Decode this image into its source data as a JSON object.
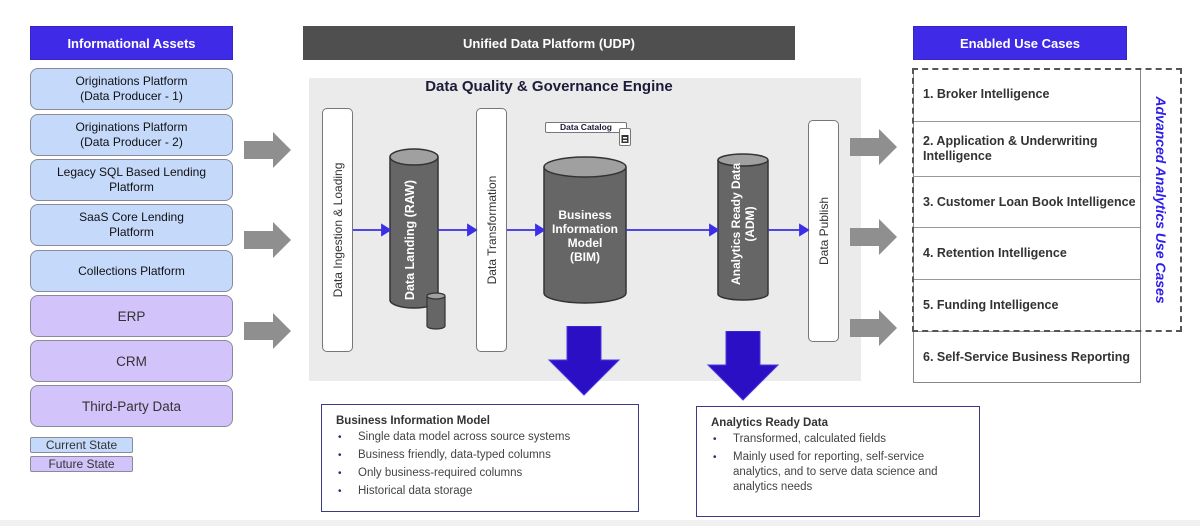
{
  "headers": {
    "assets": "Informational Assets",
    "platform": "Unified Data Platform (UDP)",
    "use_cases": "Enabled Use Cases"
  },
  "assets": [
    {
      "label": "Originations Platform\n(Data Producer - 1)",
      "line1": "Originations Platform",
      "line2": "(Data Producer - 1)",
      "state": "current"
    },
    {
      "label": "Originations Platform\n(Data Producer - 2)",
      "line1": "Originations Platform",
      "line2": "(Data Producer - 2)",
      "state": "current"
    },
    {
      "label": "Legacy SQL Based Lending Platform",
      "line1": "Legacy SQL Based Lending",
      "line2": "Platform",
      "state": "current"
    },
    {
      "label": "SaaS Core Lending Platform",
      "line1": "SaaS Core Lending",
      "line2": "Platform",
      "state": "current"
    },
    {
      "label": "Collections Platform",
      "line1": "Collections Platform",
      "line2": "",
      "state": "current"
    },
    {
      "label": "ERP",
      "line1": "ERP",
      "line2": "",
      "state": "future"
    },
    {
      "label": "CRM",
      "line1": "CRM",
      "line2": "",
      "state": "future"
    },
    {
      "label": "Third-Party Data",
      "line1": "Third-Party Data",
      "line2": "",
      "state": "future"
    }
  ],
  "legend": {
    "current": "Current State",
    "future": "Future State"
  },
  "colors": {
    "header_blue": "#3f2ae8",
    "header_dark": "#4f4f4f",
    "current_state": "#c5d9fb",
    "future_state": "#d2c4fa",
    "flow_arrow": "#3a2ee6",
    "down_arrow": "#2a0fc4",
    "cylinder": "#666666",
    "gray_arrow": "#8f8f8f",
    "advanced_text": "#2d1ee8"
  },
  "engine": {
    "title": "Data Quality & Governance Engine",
    "stages": {
      "ingestion": "Data Ingestion & Loading",
      "transformation": "Data Transformation",
      "publish": "Data Publish"
    },
    "stores": {
      "raw": "Data Landing (RAW)",
      "bim_line1": "Business",
      "bim_line2": "Information",
      "bim_line3": "Model",
      "bim_line4": "(BIM)",
      "adm_line1": "Analytics Ready Data",
      "adm_line2": "(ADM)"
    },
    "catalog": "Data Catalog"
  },
  "info_boxes": {
    "bim": {
      "title": "Business Information Model",
      "bullets": [
        "Single data model across source systems",
        "Business friendly, data-typed columns",
        "Only business-required columns",
        "Historical data storage"
      ]
    },
    "adm": {
      "title": "Analytics Ready Data",
      "bullets": [
        "Transformed, calculated fields",
        "Mainly used for reporting, self-service analytics, and to serve data science and analytics needs"
      ]
    }
  },
  "use_cases": [
    "1. Broker Intelligence",
    "2. Application & Underwriting Intelligence",
    "3. Customer Loan Book Intelligence",
    "4. Retention Intelligence",
    "5. Funding Intelligence",
    "6. Self-Service Business Reporting"
  ],
  "advanced_label": "Advanced Analytics Use Cases"
}
